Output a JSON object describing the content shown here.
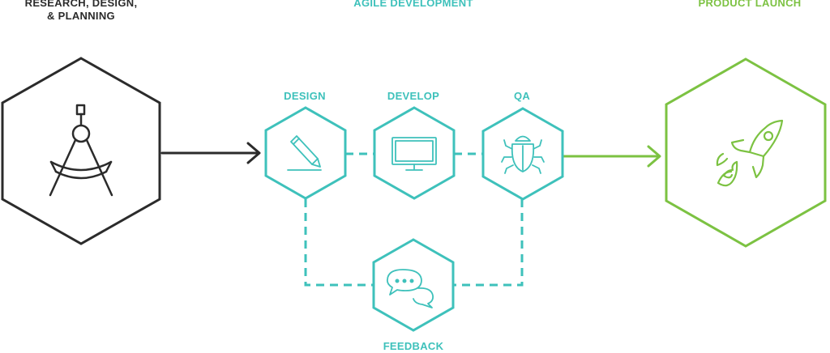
{
  "stages": {
    "research": {
      "line1": "RESEARCH, DESIGN,",
      "line2": "& PLANNING"
    },
    "agile": {
      "title": "AGILE DEVELOPMENT"
    },
    "launch": {
      "title": "PRODUCT LAUNCH"
    }
  },
  "steps": {
    "design": "DESIGN",
    "develop": "DEVELOP",
    "qa": "QA",
    "feedback": "FEEDBACK"
  },
  "colors": {
    "dark": "#2b2b2b",
    "teal": "#3ec1bb",
    "green": "#7cc242"
  },
  "icons": {
    "research": "drafting-compass-icon",
    "design": "pencil-icon",
    "develop": "monitor-icon",
    "qa": "bug-icon",
    "feedback": "chat-bubbles-icon",
    "launch": "rocket-icon"
  }
}
